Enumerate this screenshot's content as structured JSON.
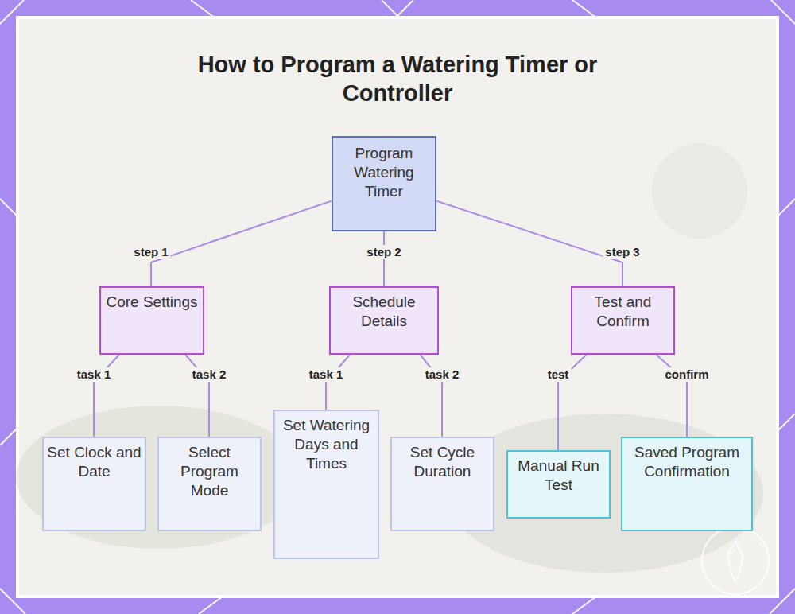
{
  "diagram": {
    "title": "How to Program a Watering Timer or Controller",
    "nodes": [
      {
        "text": [
          "Program Watering Timer"
        ]
      },
      {
        "text": [
          "Core Settings"
        ]
      },
      {
        "text": [
          "Schedule Details"
        ]
      },
      {
        "text": [
          "Test and Confirm"
        ]
      },
      {
        "text": [
          "Set Clock and Date"
        ]
      },
      {
        "text": [
          "Select Program Mode"
        ]
      },
      {
        "text": [
          "Set Watering Days and Times"
        ]
      },
      {
        "text": [
          "Set Cycle Duration"
        ]
      },
      {
        "text": [
          "Manual Run Test"
        ]
      },
      {
        "text": [
          "Saved Program Confirmation"
        ]
      }
    ],
    "edges": [
      {
        "from": 0,
        "to": 1,
        "label": "step 1",
        "arrow": "none"
      },
      {
        "from": 0,
        "to": 2,
        "label": "step 2",
        "arrow": "none"
      },
      {
        "from": 0,
        "to": 3,
        "label": "step 3",
        "arrow": "none"
      },
      {
        "from": 1,
        "to": 4,
        "label": "task 1",
        "arrow": "none"
      },
      {
        "from": 1,
        "to": 5,
        "label": "task 2",
        "arrow": "none"
      },
      {
        "from": 2,
        "to": 6,
        "label": "task 1",
        "arrow": "none"
      },
      {
        "from": 2,
        "to": 7,
        "label": "task 2",
        "arrow": "none"
      },
      {
        "from": 3,
        "to": 8,
        "label": "test",
        "arrow": "none"
      },
      {
        "from": 3,
        "to": 9,
        "label": "confirm",
        "arrow": "none"
      }
    ]
  }
}
